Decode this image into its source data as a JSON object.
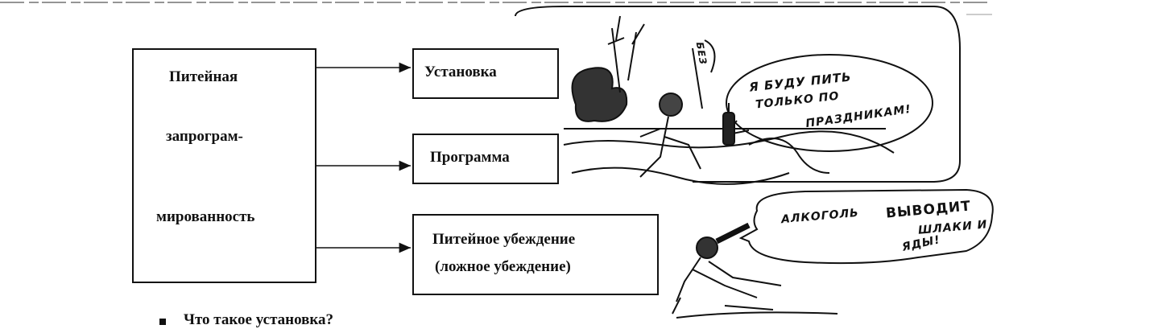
{
  "diagram": {
    "main_box": {
      "line1": "Питейная",
      "line2": "запрограм-",
      "line3": "мированность"
    },
    "targets": [
      {
        "text": "Установка"
      },
      {
        "text": "Программа"
      },
      {
        "text_line1": "Питейное убеждение",
        "text_line2": "(ложное убеждение)"
      }
    ]
  },
  "cartoons": {
    "top_speech": {
      "line1": "Я БУДУ ПИТЬ",
      "line2": "ТОЛЬКО ПО",
      "line3": "ПРАЗДНИКАМ!"
    },
    "bottom_speech": {
      "line1a": "АЛКОГОЛЬ",
      "line1b": "ВЫВОДИТ",
      "line2": "ШЛАКИ И",
      "line3": "ЯДЫ!"
    },
    "sign_text": "БЕЗ"
  },
  "footer": {
    "question": "Что такое установка?"
  }
}
